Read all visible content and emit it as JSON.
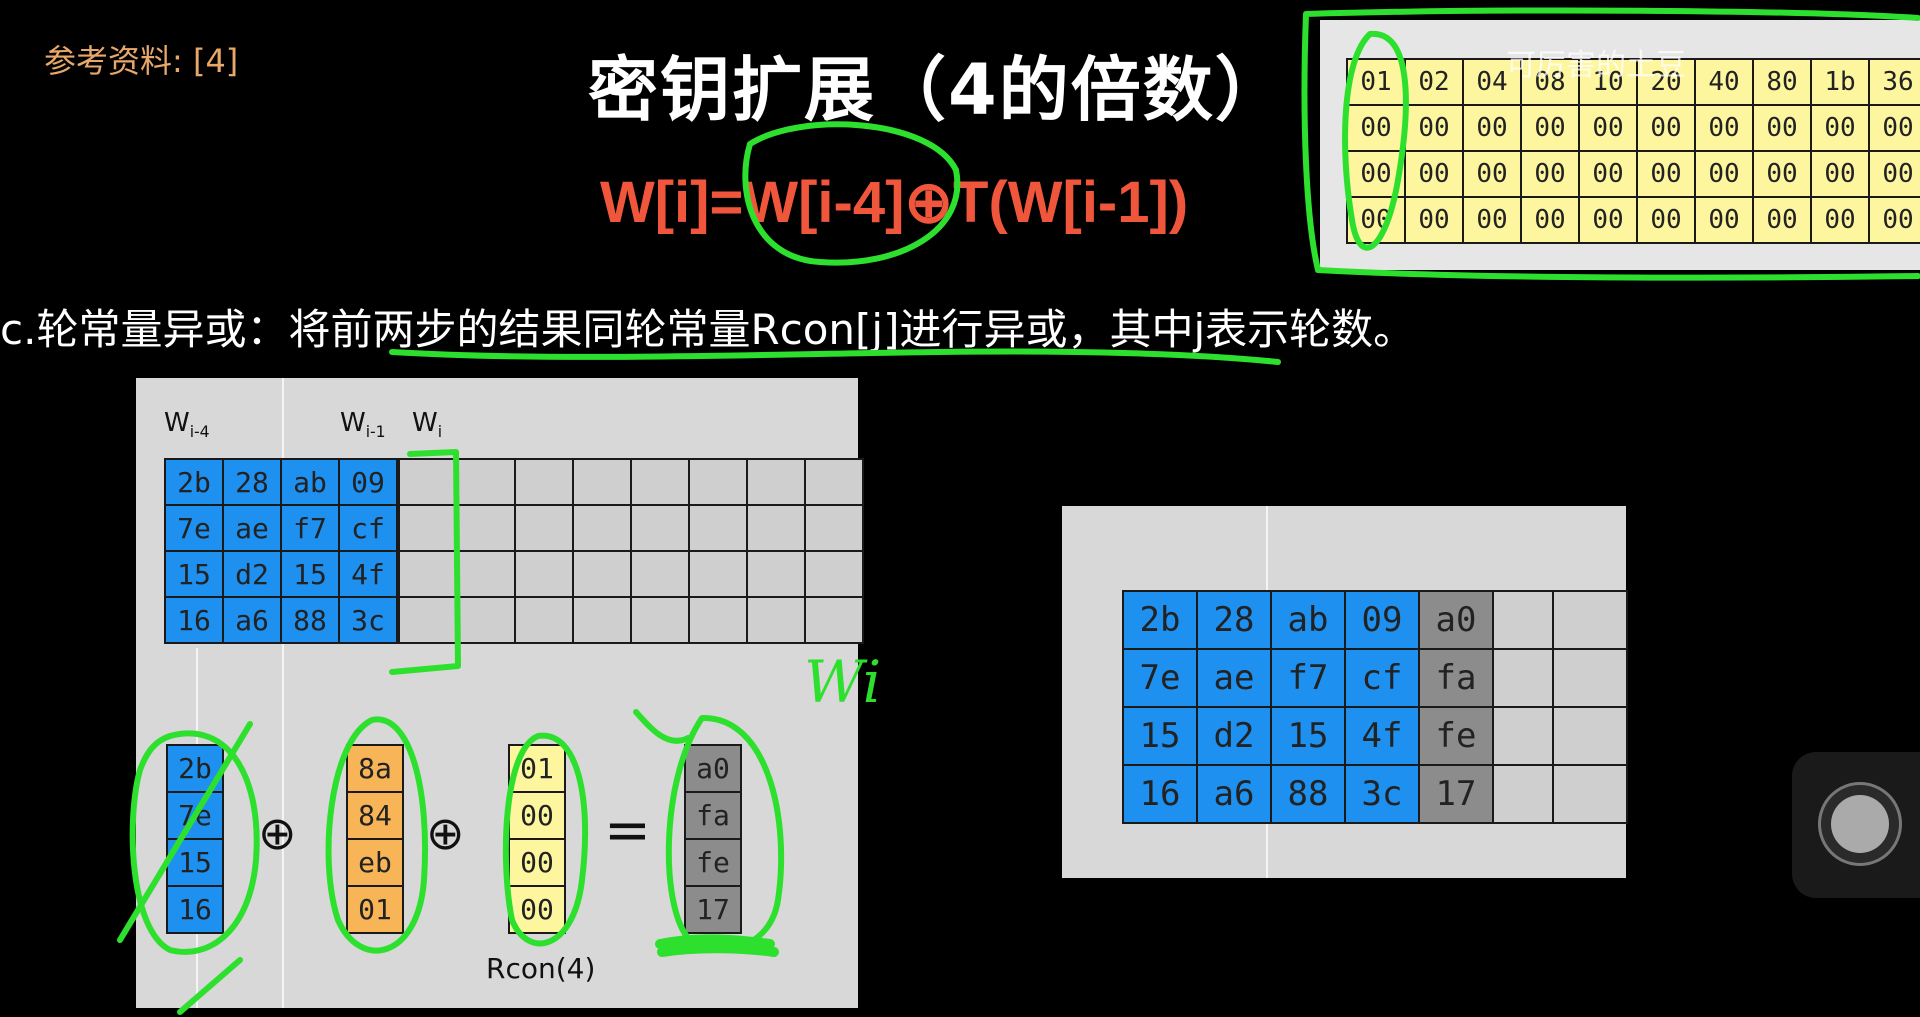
{
  "ref_label": "参考资料: [4]",
  "title": "密钥扩展（4的倍数）",
  "formula": "W[i]=W[i-4]⊕T(W[i-1])",
  "description": "c.轮常量异或：将前两步的结果同轮常量Rcon[j]进行异或，其中j表示轮数。",
  "watermark": "可厉害的土豆",
  "rcon_table": [
    [
      "01",
      "02",
      "04",
      "08",
      "10",
      "20",
      "40",
      "80",
      "1b",
      "36"
    ],
    [
      "00",
      "00",
      "00",
      "00",
      "00",
      "00",
      "00",
      "00",
      "00",
      "00"
    ],
    [
      "00",
      "00",
      "00",
      "00",
      "00",
      "00",
      "00",
      "00",
      "00",
      "00"
    ],
    [
      "00",
      "00",
      "00",
      "00",
      "00",
      "00",
      "00",
      "00",
      "00",
      "00"
    ]
  ],
  "left_panel": {
    "label_wi4": "W",
    "label_wi4_sub": "i-4",
    "label_wi1": "W",
    "label_wi1_sub": "i-1",
    "label_wi": "W",
    "label_wi_sub": "i",
    "key_grid": [
      [
        "2b",
        "28",
        "ab",
        "09"
      ],
      [
        "7e",
        "ae",
        "f7",
        "cf"
      ],
      [
        "15",
        "d2",
        "15",
        "4f"
      ],
      [
        "16",
        "a6",
        "88",
        "3c"
      ]
    ],
    "col_wi4": [
      "2b",
      "7e",
      "15",
      "16"
    ],
    "col_t": [
      "8a",
      "84",
      "eb",
      "01"
    ],
    "col_rcon": [
      "01",
      "00",
      "00",
      "00"
    ],
    "col_result": [
      "a0",
      "fa",
      "fe",
      "17"
    ],
    "xor_symbol": "⊕",
    "equals_symbol": "=",
    "rcon_label": "Rcon(4)"
  },
  "right_panel": {
    "grid": [
      [
        "2b",
        "28",
        "ab",
        "09",
        "a0"
      ],
      [
        "7e",
        "ae",
        "f7",
        "cf",
        "fa"
      ],
      [
        "15",
        "d2",
        "15",
        "4f",
        "fe"
      ],
      [
        "16",
        "a6",
        "88",
        "3c",
        "17"
      ]
    ]
  },
  "handwritten_label": "Wi",
  "colors": {
    "accent_red": "#f0563c",
    "ref_orange": "#e8a86a",
    "annotation_green": "#2ee02e"
  }
}
